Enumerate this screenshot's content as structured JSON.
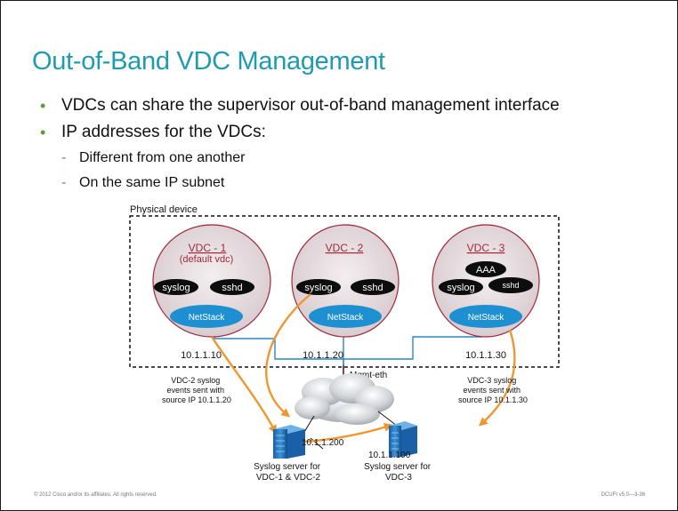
{
  "slide": {
    "title": "Out-of-Band VDC Management",
    "bullets": [
      "VDCs can share the supervisor out-of-band management interface",
      "IP addresses for the VDCs:"
    ],
    "subbullets": [
      "Different from one another",
      "On the same IP subnet"
    ],
    "footer_left": "© 2012 Cisco and/or its affiliates. All rights reserved.",
    "footer_right": "DCUFI v5.0—3-36"
  },
  "diagram": {
    "physical_device_label": "Physical device",
    "vdc1": {
      "label": "VDC - 1",
      "sublabel": "(default vdc)",
      "syslog": "syslog",
      "sshd": "sshd",
      "netstack": "NetStack",
      "ip": "10.1.1.10"
    },
    "vdc2": {
      "label": "VDC - 2",
      "syslog": "syslog",
      "sshd": "sshd",
      "netstack": "NetStack",
      "ip": "10.1.1.20"
    },
    "vdc3": {
      "label": "VDC - 3",
      "aaa": "AAA",
      "syslog": "syslog",
      "sshd": "sshd",
      "netstack": "NetStack",
      "ip": "10.1.1.30"
    },
    "mgmt_eth": "Mgmt-eth",
    "annot_left": [
      "VDC-2 syslog",
      "events sent with",
      "source IP 10.1.1.20"
    ],
    "annot_right": [
      "VDC-3 syslog",
      "events sent with",
      "source IP 10.1.1.30"
    ],
    "server1": {
      "ip": "10.1.1.200",
      "label": [
        "Syslog server for",
        "VDC-1 & VDC-2"
      ]
    },
    "server2": {
      "ip": "10.1.1.100",
      "label": [
        "Syslog server for",
        "VDC-3"
      ]
    },
    "colors": {
      "title": "#1f9bb0",
      "vdc_label": "#a0283c",
      "netstack": "#1e8fd0",
      "arrow": "#f0962e",
      "link": "#2b86c4",
      "vdc_fill": "#e3d9dc"
    }
  }
}
